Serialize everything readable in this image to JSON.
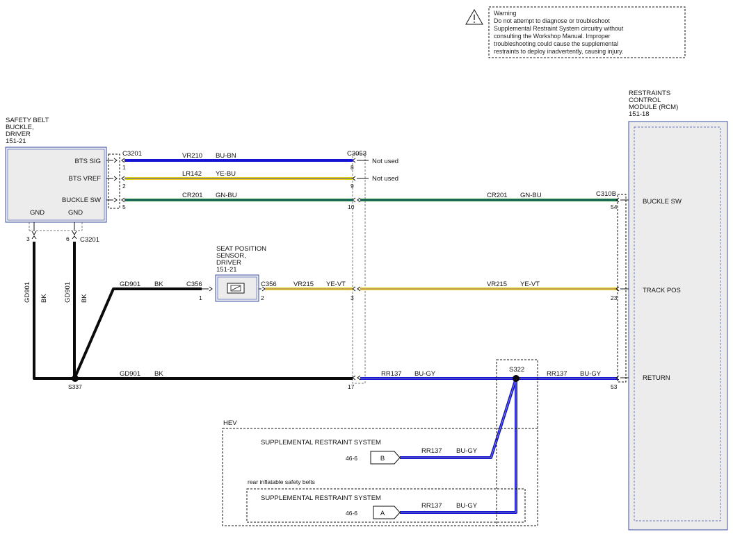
{
  "warning": {
    "icon": "warning-triangle-icon",
    "title": "Warning",
    "lines": [
      "Do not attempt to diagnose or troubleshoot",
      "Supplemental Restraint System circuitry without",
      "consulting the Workshop Manual. Improper",
      "troubleshooting could cause the supplemental",
      "restraints to deploy inadvertently, causing injury."
    ]
  },
  "buckle": {
    "title_lines": [
      "SAFETY BELT",
      "BUCKLE,",
      "DRIVER",
      "151-21"
    ],
    "pins": [
      "BTS SIG",
      "BTS VREF",
      "BUCKLE SW"
    ],
    "gnd": [
      "GND",
      "GND"
    ]
  },
  "rcm": {
    "title_lines": [
      "RESTRAINTS",
      "CONTROL",
      "MODULE (RCM)",
      "151-18"
    ],
    "pins": [
      "BUCKLE SW",
      "TRACK POS",
      "RETURN"
    ]
  },
  "sensor": {
    "title_lines": [
      "SEAT POSITION",
      "SENSOR,",
      "DRIVER",
      "151-21"
    ]
  },
  "connectors": {
    "c3201": "C3201",
    "c3053": "C3053",
    "c310b": "C310B",
    "c356": "C356",
    "not_used": "Not used"
  },
  "wires": {
    "vr210": "VR210",
    "bu_bn": "BU-BN",
    "lr142": "LR142",
    "ye_bu": "YE-BU",
    "cr201": "CR201",
    "gn_bu": "GN-BU",
    "gd901": "GD901",
    "bk": "BK",
    "vr215": "VR215",
    "ye_vt": "YE-VT",
    "rr137": "RR137",
    "bu_gy": "BU-GY"
  },
  "pins": {
    "p1": "1",
    "p2": "2",
    "p5": "5",
    "p8": "8",
    "p9": "9",
    "p10": "10",
    "p54": "54",
    "p3": "3",
    "p6": "6",
    "p23": "23",
    "p17": "17",
    "p53": "53"
  },
  "splices": {
    "s337": "S337",
    "s322": "S322"
  },
  "hev": {
    "label": "HEV",
    "srs_label": "SUPPLEMENTAL RESTRAINT SYSTEM",
    "ref": "46-6",
    "conn_b": "B",
    "sub_label": "rear inflatable safety belts",
    "conn_a": "A"
  },
  "colors": {
    "blue": "#1414d2",
    "yellow": "#e6d21e",
    "green": "#1e8c28",
    "black": "#0a0a0a",
    "component_fill": "#ececec",
    "component_border": "#3a4fa8"
  }
}
